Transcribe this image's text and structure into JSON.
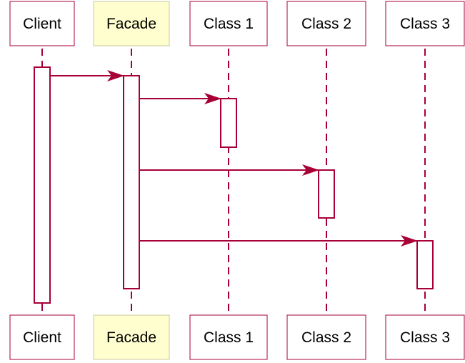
{
  "diagram": {
    "type": "sequence",
    "participants": [
      {
        "id": "client",
        "label": "Client",
        "highlight": false
      },
      {
        "id": "facade",
        "label": "Facade",
        "highlight": true
      },
      {
        "id": "class1",
        "label": "Class 1",
        "highlight": false
      },
      {
        "id": "class2",
        "label": "Class 2",
        "highlight": false
      },
      {
        "id": "class3",
        "label": "Class 3",
        "highlight": false
      }
    ],
    "messages": [
      {
        "from": "client",
        "to": "facade"
      },
      {
        "from": "facade",
        "to": "class1"
      },
      {
        "from": "facade",
        "to": "class2"
      },
      {
        "from": "facade",
        "to": "class3"
      }
    ],
    "activations": [
      {
        "participant": "client",
        "starts_after_message": 0,
        "ends": "end"
      },
      {
        "participant": "facade",
        "starts_after_message": 1,
        "ends": "end"
      },
      {
        "participant": "class1",
        "starts_after_message": 2,
        "ends": "short"
      },
      {
        "participant": "class2",
        "starts_after_message": 3,
        "ends": "short"
      },
      {
        "participant": "class3",
        "starts_after_message": 4,
        "ends": "short"
      }
    ],
    "colors": {
      "line": "#a80036",
      "box_fill": "#ffffff",
      "box_highlight_fill": "#fefece",
      "box_border": "#a80036",
      "highlight_border": "#c8c8a0",
      "text": "#000000"
    }
  }
}
